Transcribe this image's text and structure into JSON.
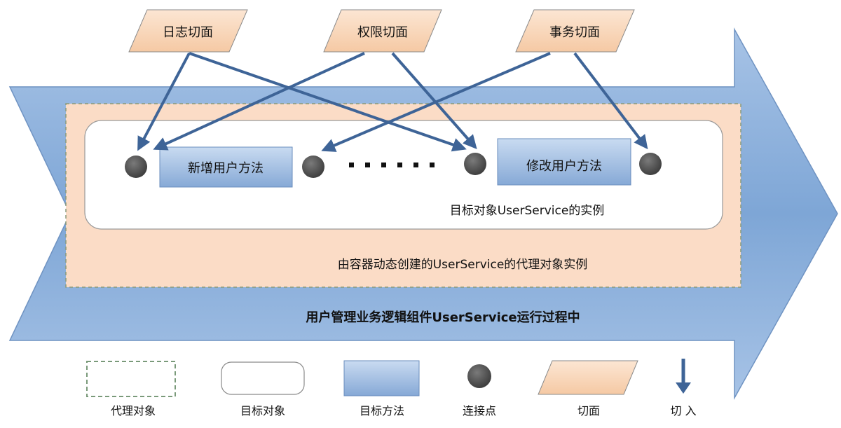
{
  "aspects": [
    {
      "label": "日志切面"
    },
    {
      "label": "权限切面"
    },
    {
      "label": "事务切面"
    }
  ],
  "methods": [
    {
      "label": "新增用户方法"
    },
    {
      "label": "修改用户方法"
    }
  ],
  "ellipsis": "·······",
  "target_label": "目标对象UserService的实例",
  "proxy_label": "由容器动态创建的UserService的代理对象实例",
  "process_label": "用户管理业务逻辑组件UserService运行过程中",
  "legend": [
    {
      "label": "代理对象"
    },
    {
      "label": "目标对象"
    },
    {
      "label": "目标方法"
    },
    {
      "label": "连接点"
    },
    {
      "label": "切面"
    },
    {
      "label": "切 入"
    }
  ],
  "colors": {
    "arrow_fill": "#8fb3dc",
    "proxy_fill": "#fbdcc6",
    "aspect_fill": "#f9d6b8",
    "method_fill": "#9fbee3",
    "join_point": "#555555",
    "link_arrow": "#3e6497"
  }
}
